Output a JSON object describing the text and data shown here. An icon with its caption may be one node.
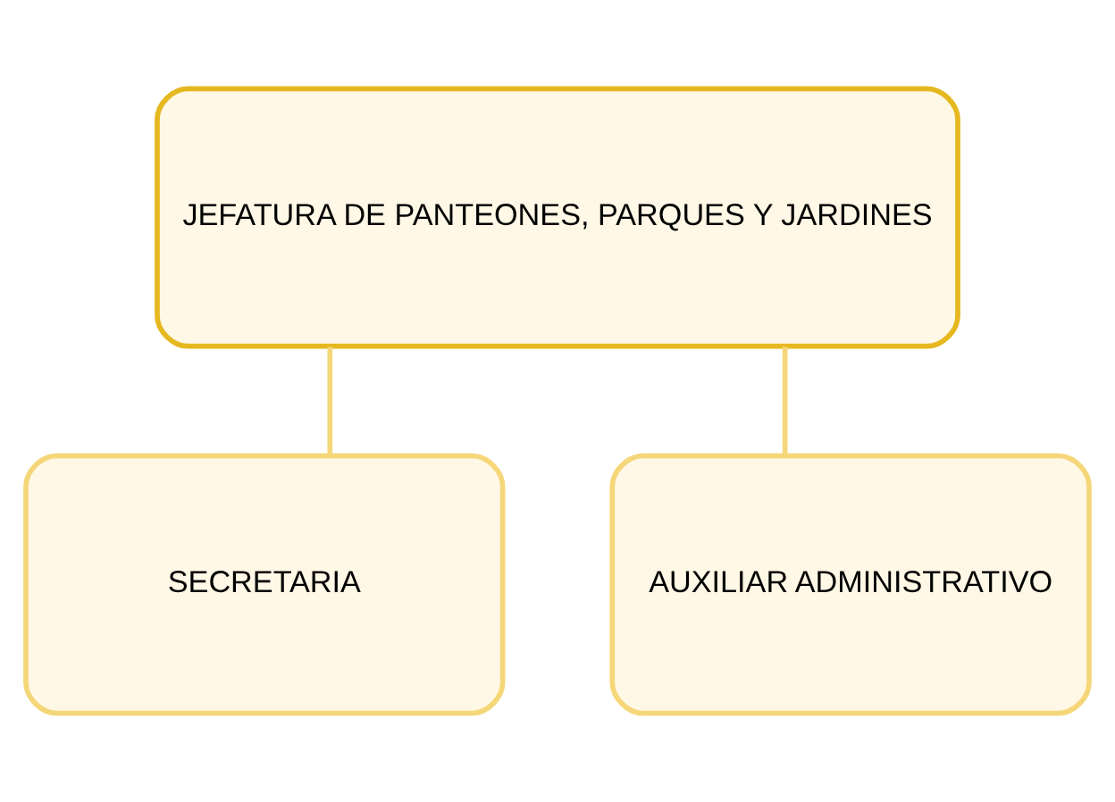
{
  "diagram": {
    "nodes": [
      {
        "text": [
          "JEFATURA DE PANTEONES, PARQUES Y JARDINES"
        ]
      },
      {
        "text": [
          "SECRETARIA"
        ]
      },
      {
        "text": [
          "AUXILIAR ADMINISTRATIVO"
        ]
      }
    ],
    "edges": [
      {
        "from": 0,
        "to": 1,
        "arrow": "none"
      },
      {
        "from": 0,
        "to": 2,
        "arrow": "none"
      }
    ]
  }
}
